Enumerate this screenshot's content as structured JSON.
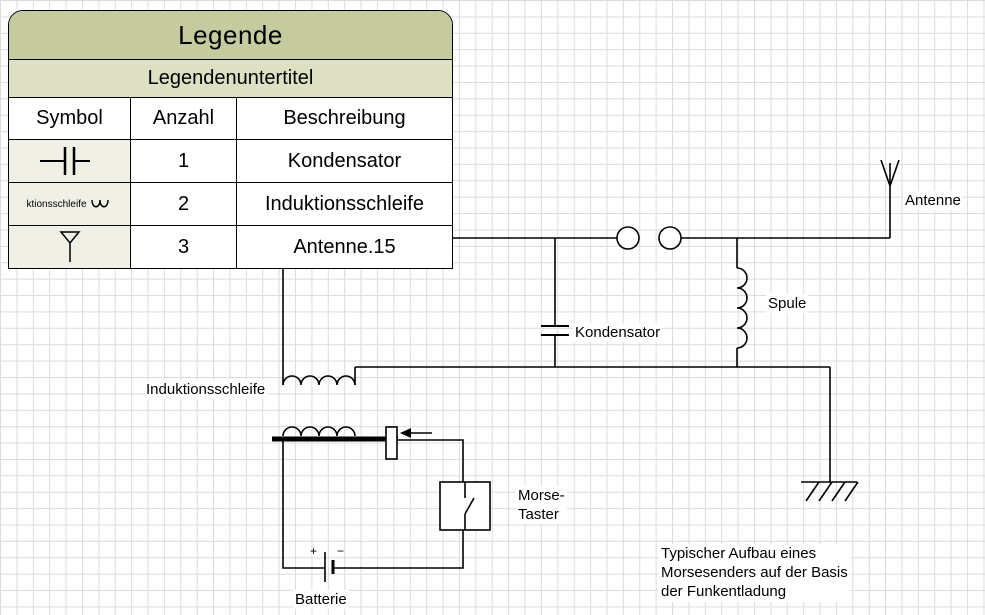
{
  "legend": {
    "title": "Legende",
    "subtitle": "Legendenuntertitel",
    "columns": [
      "Symbol",
      "Anzahl",
      "Beschreibung"
    ],
    "rows": [
      {
        "symbol": "capacitor-icon",
        "anzahl": "1",
        "beschreibung": "Kondensator"
      },
      {
        "symbol": "induction-loop-icon",
        "symbol_caption": "ktionsschleife",
        "anzahl": "2",
        "beschreibung": "Induktionsschleife"
      },
      {
        "symbol": "antenna-icon",
        "anzahl": "3",
        "beschreibung": "Antenne.15"
      }
    ]
  },
  "circuit_labels": {
    "antenne": "Antenne",
    "spule": "Spule",
    "kondensator": "Kondensator",
    "induktionsschleife": "Induktionsschleife",
    "morse_taster": "Morse-\nTaster",
    "batterie": "Batterie",
    "battery_plus": "+",
    "battery_minus": "−"
  },
  "caption": "Typischer Aufbau eines\nMorsesenders auf der Basis\nder Funkentladung",
  "colors": {
    "legend_title_bg": "#c5ca9f",
    "legend_subtitle_bg": "#dde0c2",
    "legend_symbol_bg": "#f0f0e6",
    "wire": "#000000",
    "grid": "#dcdcdc"
  }
}
